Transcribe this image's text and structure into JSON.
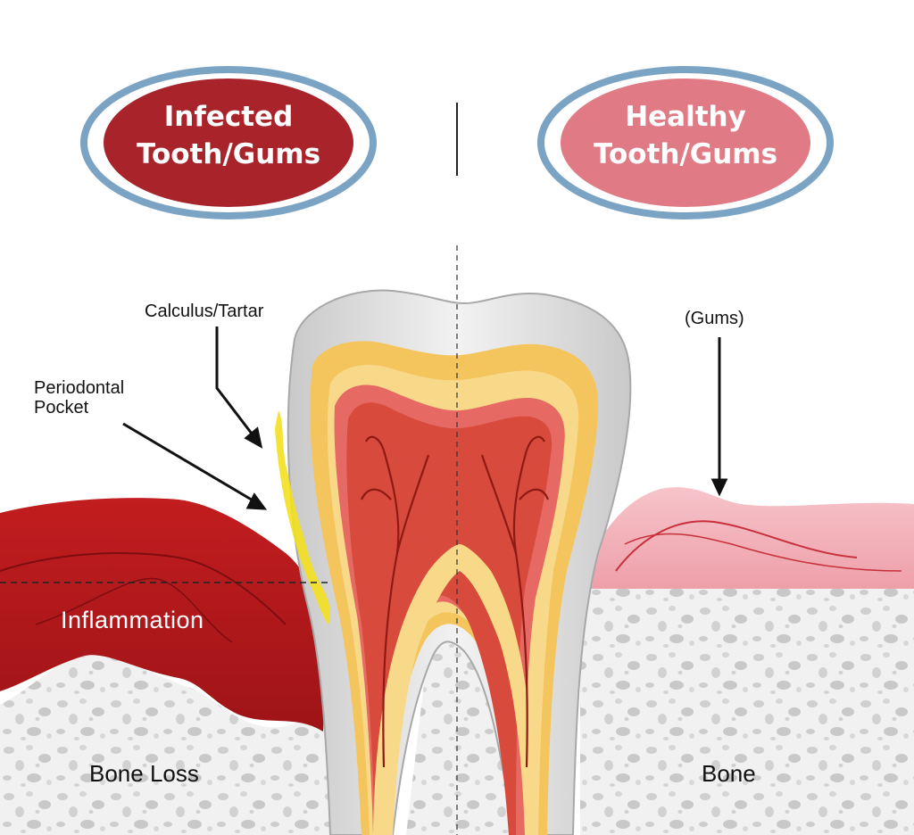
{
  "badges": {
    "infected": {
      "line1": "Infected",
      "line2": "Tooth/Gums",
      "color": "#a8232a"
    },
    "healthy": {
      "line1": "Healthy",
      "line2": "Tooth/Gums",
      "color": "#e07a84"
    },
    "ring_color": "#7ba3c4"
  },
  "labels": {
    "calculus": "Calculus/Tartar",
    "pocket_line1": "Periodontal",
    "pocket_line2": "Pocket",
    "gums": "(Gums)",
    "inflammation": "Inflammation",
    "bone_loss": "Bone Loss",
    "bone": "Bone"
  },
  "colors": {
    "infected_gum": "#b5191c",
    "healthy_gum": "#f2b3bb",
    "enamel": "#d9d9d9",
    "dentin": "#f4c45d",
    "pulp": "#d94a3b",
    "bone": "#efefef",
    "tartar": "#f3e01f"
  }
}
